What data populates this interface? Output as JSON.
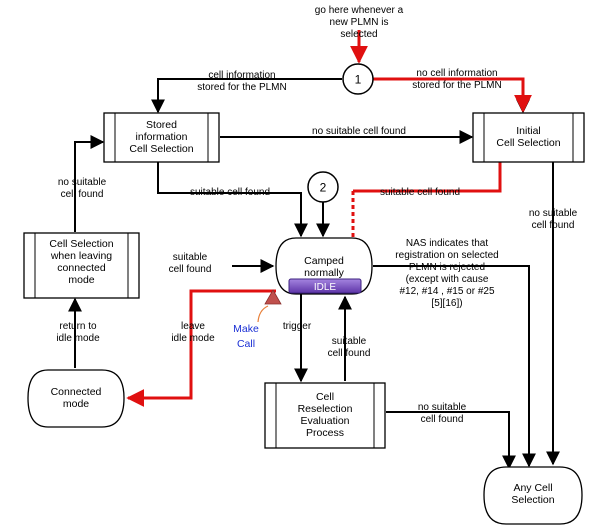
{
  "notes": {
    "top": [
      "go here whenever a",
      "new PLMN is",
      "selected"
    ],
    "cell_info_stored": [
      "cell information",
      "stored for the PLMN"
    ],
    "no_cell_info_stored": [
      "no cell information",
      "stored for the PLMN"
    ],
    "no_suitable_top": "no suitable cell found",
    "suitable_left": "suitable cell found",
    "suitable_right": "suitable cell found",
    "no_suitable_left": [
      "no suitable",
      "cell found"
    ],
    "no_suitable_right": [
      "no suitable",
      "cell found"
    ],
    "suitable_mid": [
      "suitable",
      "cell found"
    ],
    "nas": [
      "NAS indicates that",
      "registration on selected",
      "PLMN is rejected",
      "(except with cause",
      "#12, #14 , #15  or #25",
      "[5][16])"
    ],
    "return_idle": [
      "return to",
      "idle mode"
    ],
    "leave_idle": [
      "leave",
      "idle mode"
    ],
    "make_call": [
      "Make",
      "Call"
    ],
    "trigger": "trigger",
    "suitable_reselect": [
      "suitable",
      "cell found"
    ],
    "no_suitable_bottom": [
      "no suitable",
      "cell found"
    ]
  },
  "nodes": {
    "circle1": "1",
    "circle2": "2",
    "stored": [
      "Stored",
      "information",
      "Cell Selection"
    ],
    "initial": [
      "Initial",
      "Cell Selection"
    ],
    "leaving": [
      "Cell Selection",
      "when leaving",
      "connected",
      "mode"
    ],
    "camped": [
      "Camped",
      "normally"
    ],
    "idle_badge": "IDLE",
    "connected": [
      "Connected",
      "mode"
    ],
    "reselection": [
      "Cell",
      "Reselection",
      "Evaluation",
      "Process"
    ],
    "any": [
      "Any Cell",
      "Selection"
    ]
  },
  "colors": {
    "red_path": "#e01010",
    "idle_badge": "#7b4fc4",
    "blue_text": "#1a2fd4",
    "warning_triangle": "#c0504d"
  }
}
